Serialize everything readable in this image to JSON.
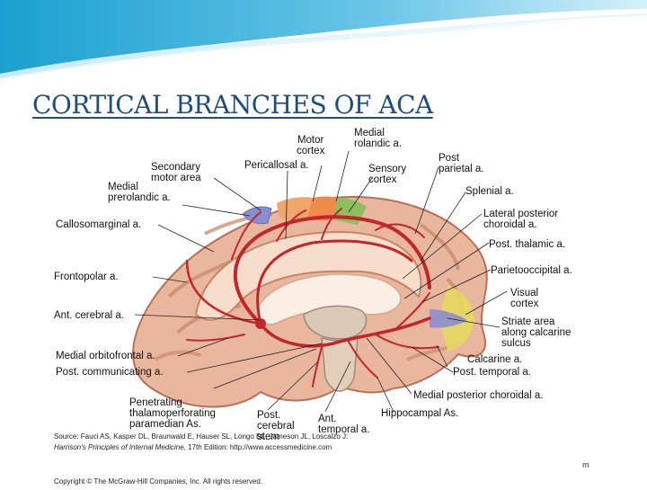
{
  "slide": {
    "title": "CORTICAL BRANCHES OF ACA"
  },
  "colors": {
    "title": "#1f4e79",
    "banner_dark": "#2aa9d6",
    "banner_light": "#bfe8f6",
    "cortex": "#e6b49a",
    "cortex_dark": "#c98468",
    "artery": "#c0262b",
    "premotor_area": "#f0a56a",
    "motor_area": "#f08a4b",
    "sensory_area": "#8cbf5f",
    "prerolandic_area": "#8b8dd2",
    "visual_area": "#e6d860"
  },
  "figure": {
    "labels": [
      {
        "id": "motor-cortex",
        "text": "Motor\ncortex"
      },
      {
        "id": "medial-rolandic",
        "text": "Medial\nrolandic a."
      },
      {
        "id": "secondary-motor",
        "text": "Secondary\nmotor area"
      },
      {
        "id": "pericallosal",
        "text": "Pericallosal a."
      },
      {
        "id": "sensory-cortex",
        "text": "Sensory\ncortex"
      },
      {
        "id": "post-parietal",
        "text": "Post\nparietal a."
      },
      {
        "id": "medial-prerolandic",
        "text": "Medial\nprerolandic a."
      },
      {
        "id": "splenial",
        "text": "Splenial a."
      },
      {
        "id": "lateral-post-choroidal",
        "text": "Lateral posterior\nchoroidal a."
      },
      {
        "id": "callosomarginal",
        "text": "Callosomarginal a."
      },
      {
        "id": "post-thalamic",
        "text": "Post. thalamic a."
      },
      {
        "id": "frontopolar",
        "text": "Frontopolar a."
      },
      {
        "id": "parietooccipital",
        "text": "Parietooccipital a."
      },
      {
        "id": "visual-cortex",
        "text": "Visual\ncortex"
      },
      {
        "id": "ant-cerebral",
        "text": "Ant. cerebral a."
      },
      {
        "id": "striate-area",
        "text": "Striate area\nalong calcarine\nsulcus"
      },
      {
        "id": "medial-orbitofrontal",
        "text": "Medial orbitofrontal a."
      },
      {
        "id": "calcarine",
        "text": "Calcarine a."
      },
      {
        "id": "post-communicating",
        "text": "Post. communicating a."
      },
      {
        "id": "post-temporal",
        "text": "Post. temporal a."
      },
      {
        "id": "medial-post-choroidal",
        "text": "Medial posterior choroidal a."
      },
      {
        "id": "penetrating",
        "text": "Penetrating\nthalamoperforating\nparamedian As."
      },
      {
        "id": "post-cerebral-stem",
        "text": "Post.\ncerebral\nstem"
      },
      {
        "id": "ant-temporal",
        "text": "Ant.\ntemporal a."
      },
      {
        "id": "hippocampal",
        "text": "Hippocampal As."
      }
    ],
    "caption": {
      "line1": "Source: Fauci AS, Kasper DL, Braunwald E, Hauser SL, Longo DL, Jameson JL, Loscalzo J:",
      "line2_italic": "Harrison's Principles of Internal Medicine",
      "line2_rest": ", 17th Edition: http://www.accessmedicine.com",
      "line3": "Copyright © The McGraw-Hill Companies, Inc. All rights reserved.",
      "fragment": "m"
    }
  }
}
